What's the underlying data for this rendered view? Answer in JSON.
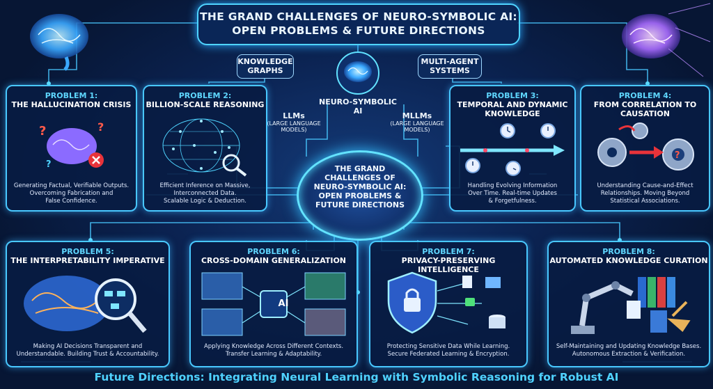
{
  "title": {
    "line1": "THE GRAND CHALLENGES OF NEURO-SYMBOLIC AI:",
    "line2": "OPEN PROBLEMS & FUTURE DIRECTIONS"
  },
  "tags": {
    "kg": [
      "KNOWLEDGE",
      "GRAPHS"
    ],
    "mas": [
      "MULTI-AGENT",
      "SYSTEMS"
    ]
  },
  "neuro_label": "NEURO-SYMBOLIC AI",
  "llms": {
    "main": "LLMs",
    "sub": [
      "(LARGE LANGUAGE",
      "MODELS)"
    ]
  },
  "mllms": {
    "main": "MLLMs",
    "sub": [
      "(LARGE LANGUAGE",
      "MODELS)"
    ]
  },
  "hub": {
    "lines": [
      "THE GRAND",
      "CHALLENGES OF",
      "NEURO-SYMBOLIC AI:",
      "OPEN PROBLEMS &",
      "FUTURE DIRECTIONS"
    ]
  },
  "problems": [
    {
      "num": "PROBLEM 1:",
      "title": [
        "THE HALLUCINATION CRISIS"
      ],
      "desc": [
        "Generating Factual, Verifiable Outputs.",
        "Overcoming Fabrication and",
        "False Confidence."
      ]
    },
    {
      "num": "PROBLEM 2:",
      "title": [
        "BILLION-SCALE REASONING"
      ],
      "desc": [
        "Efficient Inference on Massive,",
        "Interconnected Data.",
        "Scalable Logic & Deduction."
      ]
    },
    {
      "num": "PROBLEM 3:",
      "title": [
        "TEMPORAL AND DYNAMIC",
        "KNOWLEDGE"
      ],
      "desc": [
        "Handling Evolving Information",
        "Over Time. Real-time Updates",
        "& Forgetfulness."
      ]
    },
    {
      "num": "PROBLEM 4:",
      "title": [
        "FROM CORRELATION TO",
        "CAUSATION"
      ],
      "desc": [
        "Understanding Cause-and-Effect",
        "Relationships. Moving Beyond",
        "Statistical Associations."
      ]
    },
    {
      "num": "PROBLEM 5:",
      "title": [
        "THE INTERPRETABILITY IMPERATIVE"
      ],
      "desc": [
        "Making AI Decisions Transparent and",
        "Understandable. Building Trust & Accountability."
      ]
    },
    {
      "num": "PROBLEM 6:",
      "title": [
        "CROSS-DOMAIN GENERALIZATION"
      ],
      "desc": [
        "Applying Knowledge Across Different Contexts.",
        "Transfer Learning & Adaptability."
      ]
    },
    {
      "num": "PROBLEM 7:",
      "title": [
        "PRIVACY-PRESERVING INTELLIGENCE"
      ],
      "desc": [
        "Protecting Sensitive Data While Learning.",
        "Secure Federated Learning & Encryption."
      ]
    },
    {
      "num": "PROBLEM 8:",
      "title": [
        "AUTOMATED KNOWLEDGE CURATION"
      ],
      "desc": [
        "Self-Maintaining and Updating Knowledge Bases.",
        "Autonomous Extraction & Verification."
      ]
    }
  ],
  "ai_chip_label": "AI",
  "footer": "Future Directions: Integrating Neural Learning with Symbolic Reasoning for Robust AI",
  "colors": {
    "accent": "#4fd4ff",
    "background": "#071634",
    "alert": "#e8333a",
    "question": "#ff5a4a"
  }
}
